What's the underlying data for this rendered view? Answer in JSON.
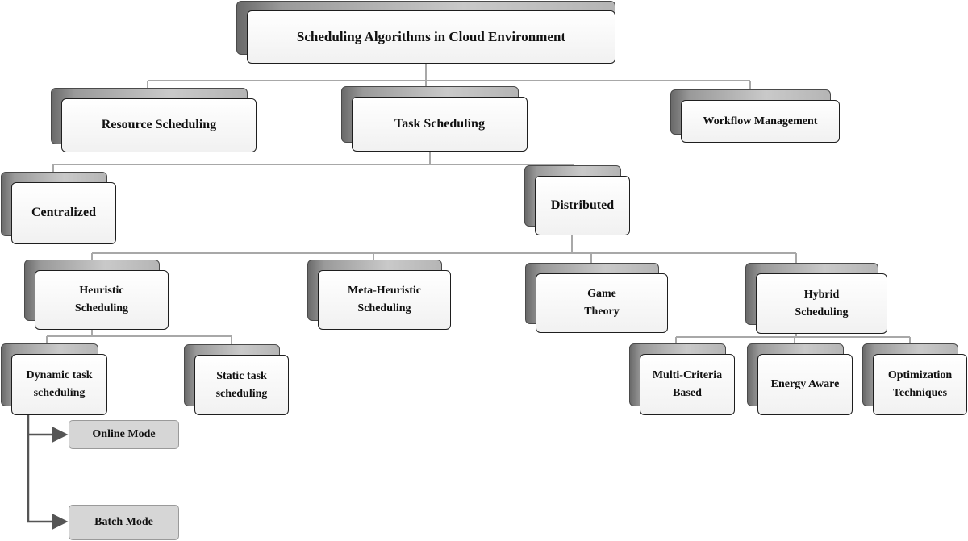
{
  "diagram": {
    "root": {
      "label": "Scheduling Algorithms in Cloud Environment"
    },
    "level1": {
      "resource": {
        "label": "Resource Scheduling"
      },
      "task": {
        "label": "Task Scheduling"
      },
      "workflow": {
        "label": "Workflow Management"
      }
    },
    "level2": {
      "centralized": {
        "label": "Centralized"
      },
      "distributed": {
        "label": "Distributed"
      }
    },
    "level3": {
      "heuristic": {
        "label": "Heuristic\nScheduling"
      },
      "meta": {
        "label": "Meta-Heuristic\nScheduling"
      },
      "game": {
        "label": "Game\nTheory"
      },
      "hybrid": {
        "label": "Hybrid\nScheduling"
      }
    },
    "level4": {
      "dynamic": {
        "label": "Dynamic task\nscheduling"
      },
      "static": {
        "label": "Static task\nscheduling"
      },
      "multi": {
        "label": "Multi-Criteria\nBased"
      },
      "energy": {
        "label": "Energy Aware"
      },
      "optim": {
        "label": "Optimization\nTechniques"
      }
    },
    "modes": {
      "online": {
        "label": "Online Mode"
      },
      "batch": {
        "label": "Batch Mode"
      }
    }
  }
}
